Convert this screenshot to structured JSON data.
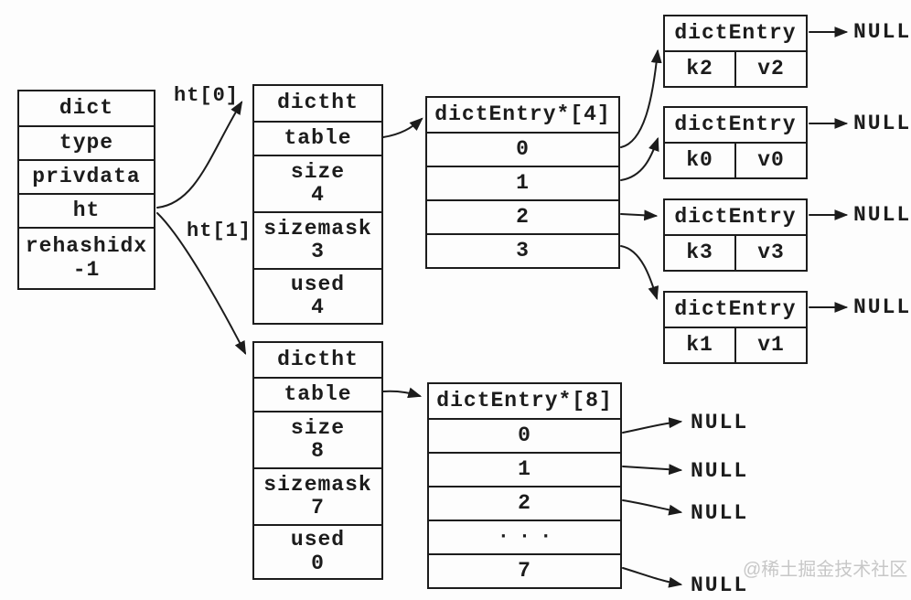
{
  "dict": {
    "rows": [
      "dict",
      "type",
      "privdata",
      "ht"
    ],
    "rehashidx": {
      "label": "rehashidx",
      "value": "-1"
    }
  },
  "pointer_labels": {
    "ht0": "ht[0]",
    "ht1": "ht[1]"
  },
  "hashtables": [
    {
      "title": "dictht",
      "table": "table",
      "size_label": "size",
      "size": "4",
      "sizemask_label": "sizemask",
      "sizemask": "3",
      "used_label": "used",
      "used": "4"
    },
    {
      "title": "dictht",
      "table": "table",
      "size_label": "size",
      "size": "8",
      "sizemask_label": "sizemask",
      "sizemask": "7",
      "used_label": "used",
      "used": "0"
    }
  ],
  "arrays": [
    {
      "header": "dictEntry*[4]",
      "slots": [
        "0",
        "1",
        "2",
        "3"
      ]
    },
    {
      "header": "dictEntry*[8]",
      "slots": [
        "0",
        "1",
        "2",
        "···",
        "7"
      ]
    }
  ],
  "entries": [
    {
      "title": "dictEntry",
      "key": "k2",
      "value": "v2",
      "next": "NULL"
    },
    {
      "title": "dictEntry",
      "key": "k0",
      "value": "v0",
      "next": "NULL"
    },
    {
      "title": "dictEntry",
      "key": "k3",
      "value": "v3",
      "next": "NULL"
    },
    {
      "title": "dictEntry",
      "key": "k1",
      "value": "v1",
      "next": "NULL"
    }
  ],
  "empty_slot_nulls": [
    "NULL",
    "NULL",
    "NULL",
    "NULL"
  ],
  "watermark": "@稀土掘金技术社区",
  "colors": {
    "line": "#1c1c1c",
    "background": "#fdfdfd",
    "watermark": "#c7c7c7"
  }
}
